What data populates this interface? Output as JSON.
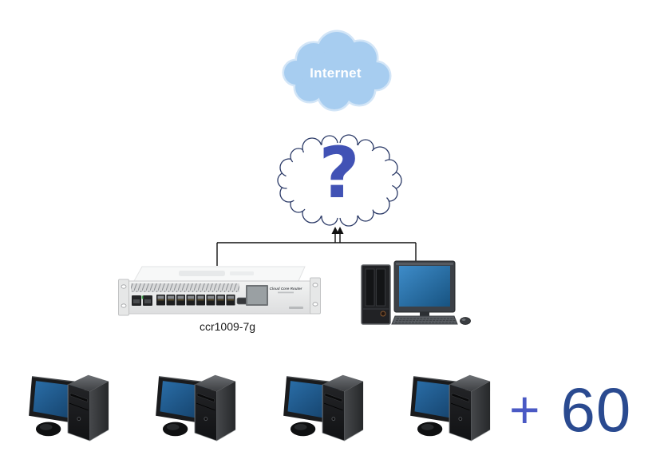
{
  "diagram": {
    "internet_cloud": {
      "label": "Internet"
    },
    "question_cloud": {
      "symbol": "?"
    },
    "router": {
      "label": "ccr1009-7g",
      "brand": "Cloud Core Router"
    },
    "workstations": {
      "visible_count": 4
    },
    "additional_workstations": {
      "plus_sign": "+",
      "count": "60"
    }
  },
  "colors": {
    "internet-cloud-fill": "#a7cdf0",
    "internet-cloud-halo": "#d2e5f7",
    "internet-text": "#ffffff",
    "question-symbol": "#4152b5",
    "question-cloud-border": "#2b3a67",
    "plus": "#4a59c4",
    "count": "#2a4a90",
    "screen-blue": "#2a6ea8",
    "connector": "#111111",
    "label-text": "#1a1a1a"
  }
}
